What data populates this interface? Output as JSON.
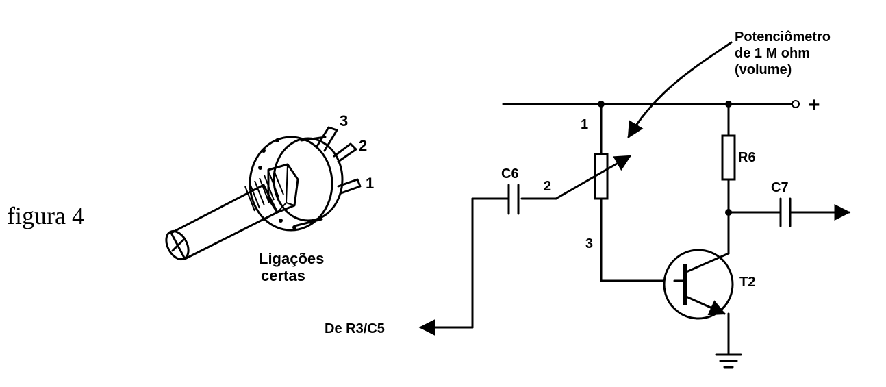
{
  "figure_label": "figura 4",
  "potentiometer_illustration": {
    "caption_line1": "Ligações",
    "caption_line2": "certas",
    "pin_labels": [
      "3",
      "2",
      "1"
    ]
  },
  "schematic": {
    "pot_note_line1": "Potenciômetro",
    "pot_note_line2": "de 1 M ohm",
    "pot_note_line3": "(volume)",
    "supply_label": "+",
    "input_label": "De R3/C5",
    "c6_label": "C6",
    "c7_label": "C7",
    "r6_label": "R6",
    "t2_label": "T2",
    "pin1_label": "1",
    "pin2_label": "2",
    "pin3_label": "3"
  }
}
